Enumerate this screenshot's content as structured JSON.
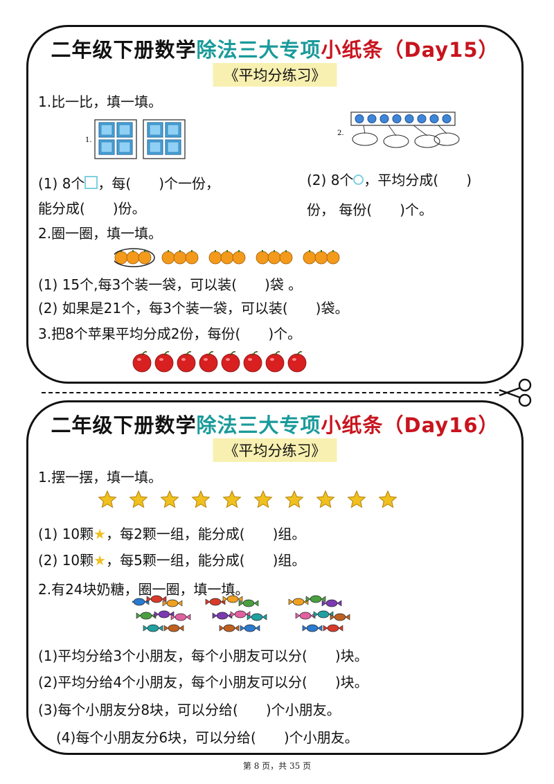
{
  "card1": {
    "title_black": "二年级下册数学",
    "title_teal": "除法三大专项",
    "title_red": "小纸条（Day15）",
    "subtitle": "《平均分练习》",
    "q1_heading": "1.比一比，填一填。",
    "fig1_label": "1.",
    "fig2_label": "2.",
    "q1_1_part1": "(1) 8个",
    "q1_1_part2": "，每(　　)个一份，",
    "q1_1_line2": "能分成(　　)份。",
    "q1_2_part1": "(2) 8个",
    "q1_2_part2": "，平均分成(　　)",
    "q1_2_line2": "份， 每份(　　)个。",
    "q2_heading": "2.圈一圈，填一填。",
    "q2_1": "(1) 15个,每3个装一袋，可以装(　　)袋 。",
    "q2_2": "(2) 如果是21个，每3个装一袋，可以装(　　)袋。",
    "q3": "3.把8个苹果平均分成2份，每份(　　)个。"
  },
  "card2": {
    "title_black": "二年级下册数学",
    "title_teal": "除法三大专项",
    "title_red": "小纸条（Day16）",
    "subtitle": "《平均分练习》",
    "q1_heading": "1.摆一摆，填一填。",
    "q1_1_part1": "(1) 10颗",
    "q1_1_part2": "，每2颗一组，能分成(　　)组。",
    "q1_2_part1": "(2)  10颗",
    "q1_2_part2": "，每5颗一组，能分成(　　)组。",
    "q2_heading": "2.有24块奶糖，圈一圈，填一填。",
    "q2_1": "(1)平均分给3个小朋友，每个小朋友可以分(　　)块。",
    "q2_2": "(2)平均分给4个小朋友，每个小朋友可以分(　　)块。",
    "q2_3": "(3)每个小朋友分8块，可以分给(　　)个小朋友。",
    "q2_4": "(4)每个小朋友分6块，可以分给(　　)个小朋友。"
  },
  "footer": "第 8 页，共 35 页",
  "icons": [
    "square-icon",
    "ring-icon",
    "star-icon",
    "scissors-icon",
    "cube-icon",
    "orange-icon",
    "apple-icon",
    "candy-icon"
  ],
  "colors": {
    "teal": "#1a9a9a",
    "red": "#c8141e",
    "highlight": "#f8f0b0",
    "orange": "#f39a1c",
    "apple": "#d82020",
    "star": "#f0c020"
  }
}
